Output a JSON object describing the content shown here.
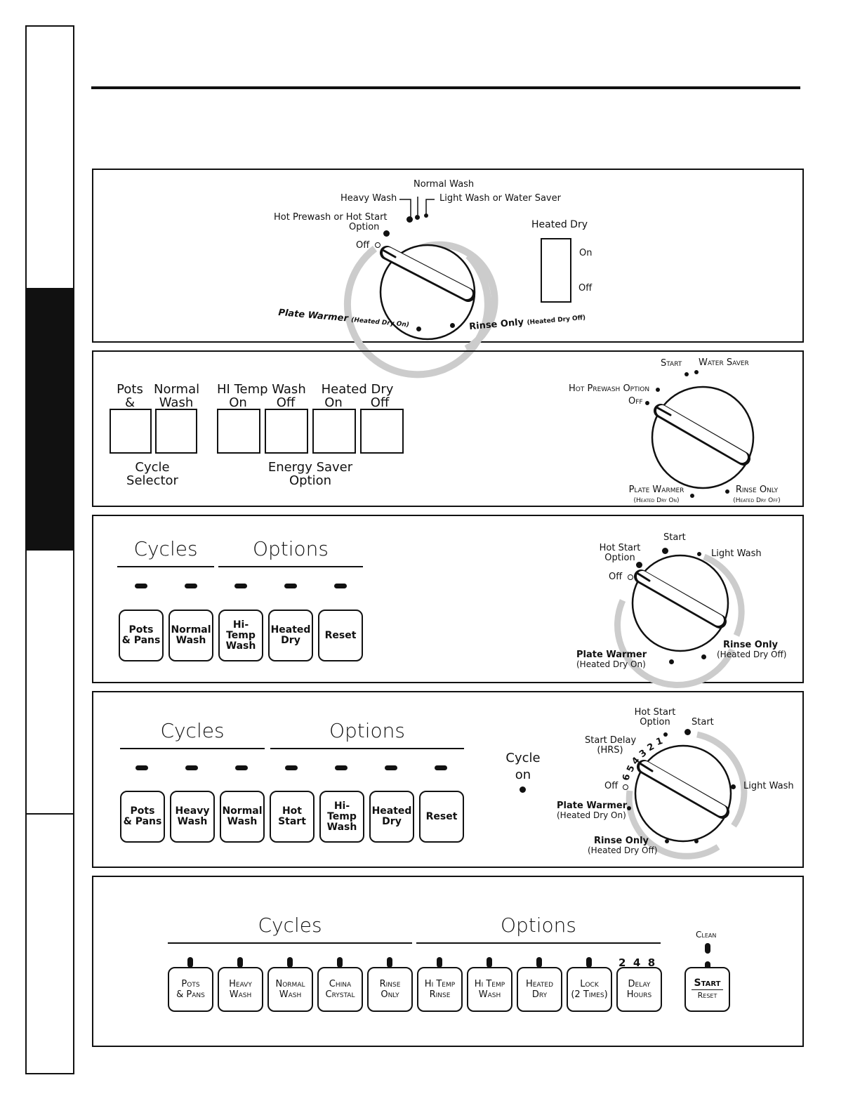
{
  "panel1": {
    "dial_labels": {
      "normal_wash": "Normal Wash",
      "heavy_wash": "Heavy Wash",
      "light_wash": "Light Wash or Water Saver",
      "hot_prewash": "Hot Prewash or Hot Start",
      "hot_prewash_option": "Option",
      "off": "Off",
      "plate_warmer": "Plate Warmer",
      "plate_warmer_sub": "(Heated Dry On)",
      "rinse_only": "Rinse Only",
      "rinse_only_sub": "(Heated Dry Off)"
    },
    "heated_dry": {
      "title": "Heated Dry",
      "on": "On",
      "off": "Off"
    }
  },
  "panel2": {
    "buttons_top": [
      {
        "label": "Pots\n& Pans"
      },
      {
        "label": "Normal\nWash"
      }
    ],
    "hi_temp_title": "HI Temp Wash",
    "hi_temp_on": "On",
    "hi_temp_off": "Off",
    "heated_dry_title": "Heated Dry",
    "heated_dry_on": "On",
    "heated_dry_off": "Off",
    "cycle_selector": "Cycle\nSelector",
    "energy_saver": "Energy Saver\nOption",
    "dial_labels": {
      "start": "Start",
      "water_saver": "Water Saver",
      "hot_prewash": "Hot Prewash Option",
      "off": "Off",
      "plate_warmer": "Plate Warmer",
      "plate_warmer_sub": "(Heated Dry On)",
      "rinse_only": "Rinse Only",
      "rinse_only_sub": "(Heated Dry Off)"
    }
  },
  "panel3": {
    "cycles_heading": "Cycles",
    "options_heading": "Options",
    "buttons": [
      "Pots\n& Pans",
      "Normal\nWash",
      "Hi-Temp\nWash",
      "Heated\nDry",
      "Reset"
    ],
    "dial_labels": {
      "hot_start": "Hot Start",
      "hot_start_option": "Option",
      "start": "Start",
      "light_wash": "Light Wash",
      "off": "Off",
      "plate_warmer": "Plate Warmer",
      "plate_warmer_sub": "(Heated Dry On)",
      "rinse_only": "Rinse Only",
      "rinse_only_sub": "(Heated Dry Off)"
    }
  },
  "panel4": {
    "cycles_heading": "Cycles",
    "options_heading": "Options",
    "buttons": [
      "Pots\n& Pans",
      "Heavy\nWash",
      "Normal\nWash",
      "Hot\nStart",
      "Hi-Temp\nWash",
      "Heated\nDry",
      "Reset"
    ],
    "cycle_on": "Cycle\non",
    "dial_labels": {
      "hot_start": "Hot Start",
      "hot_start_option": "Option",
      "start": "Start",
      "start_delay": "Start Delay",
      "start_delay_hrs": "(HRS)",
      "delay_digits": [
        "6",
        "5",
        "4",
        "3",
        "2",
        "1"
      ],
      "off": "Off",
      "light_wash": "Light Wash",
      "plate_warmer": "Plate Warmer",
      "plate_warmer_sub": "(Heated Dry On)",
      "rinse_only": "Rinse Only",
      "rinse_only_sub": "(Heated Dry Off)"
    }
  },
  "panel5": {
    "cycles_heading": "Cycles",
    "options_heading": "Options",
    "buttons": [
      "Pots\n& Pans",
      "Heavy\nWash",
      "Normal\nWash",
      "China\nCrystal",
      "Rinse\nOnly",
      "Hi Temp\nRinse",
      "Hi Temp\nWash",
      "Heated\nDry",
      "Lock\n(2 Times)",
      "Delay\nHours"
    ],
    "delay_numbers": "2  4  8",
    "clean_label": "Clean",
    "start_label": "Start",
    "reset_label": "Reset"
  }
}
